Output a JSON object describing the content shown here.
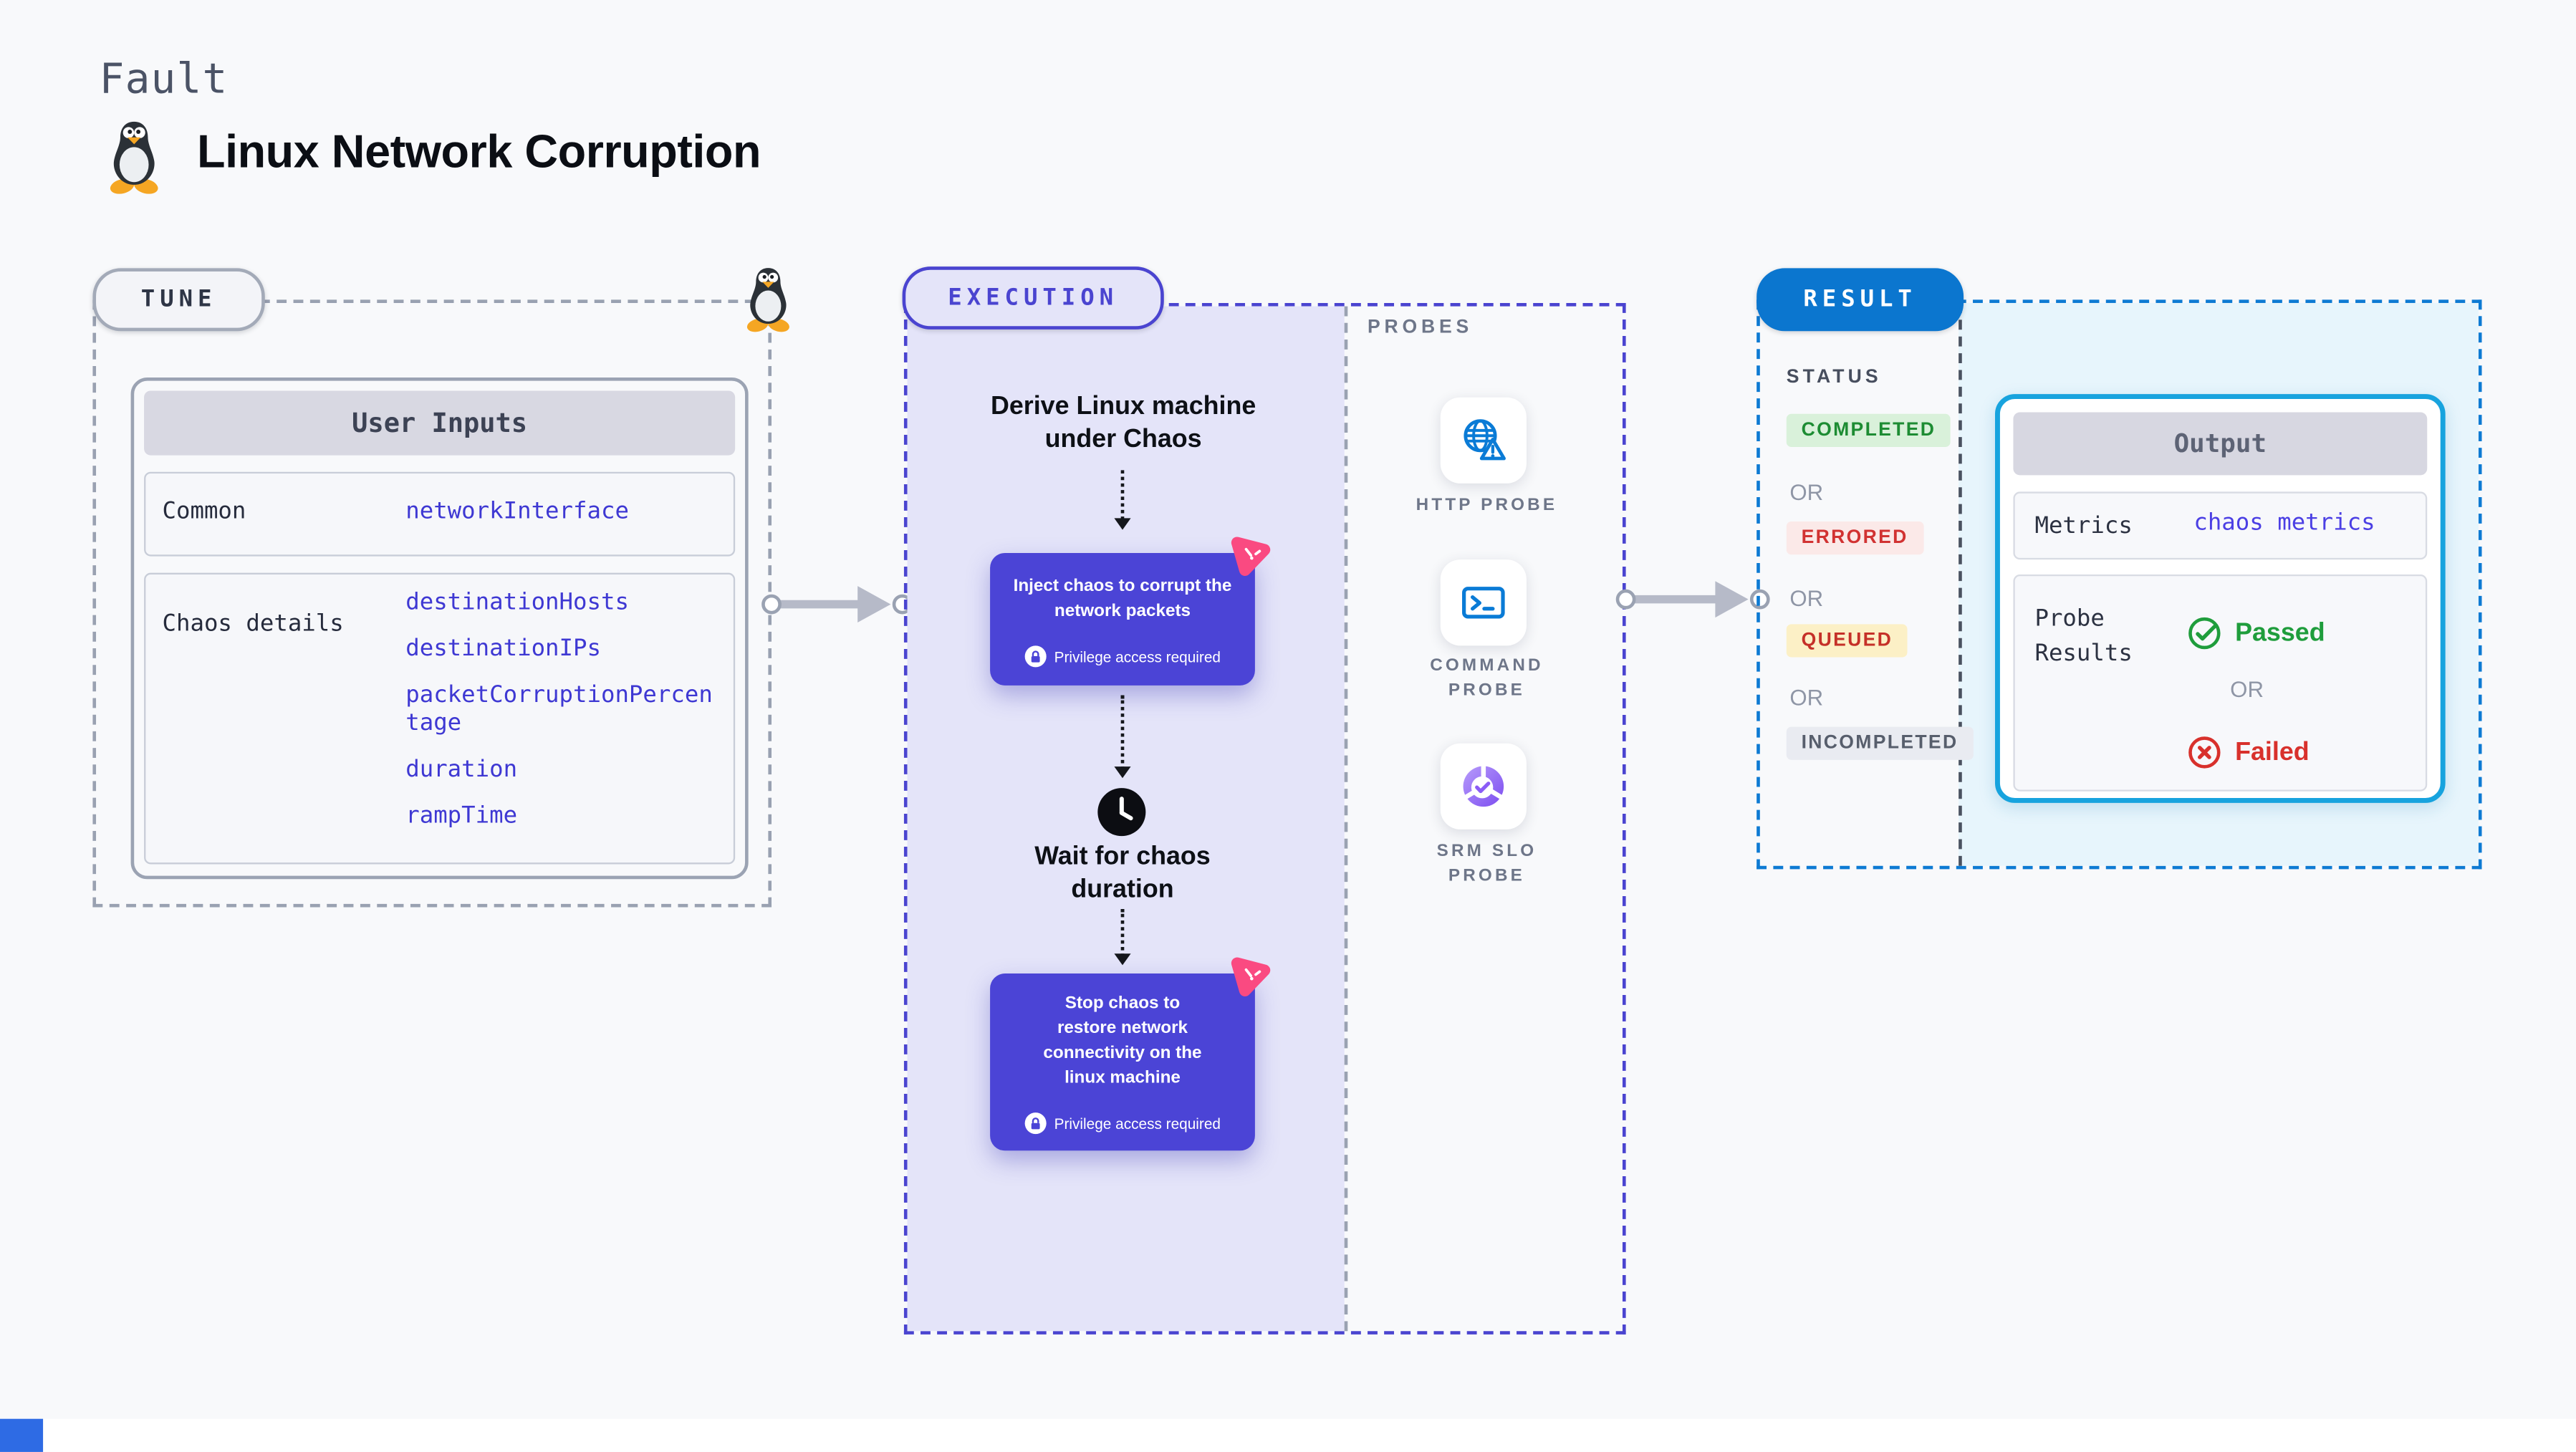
{
  "header": {
    "kind": "Fault",
    "title": "Linux Network Corruption"
  },
  "tune": {
    "pill": "TUNE",
    "table": {
      "title": "User Inputs",
      "rows": [
        {
          "label": "Common",
          "values": [
            "networkInterface"
          ]
        },
        {
          "label": "Chaos details",
          "values": [
            "destinationHosts",
            "destinationIPs",
            "packetCorruptionPercentage",
            "duration",
            "rampTime"
          ]
        }
      ]
    }
  },
  "execution": {
    "pill": "EXECUTION",
    "steps": {
      "derive": "Derive Linux machine under Chaos",
      "inject": {
        "text": "Inject chaos to corrupt the network packets",
        "privilege": "Privilege access required"
      },
      "wait": "Wait for chaos duration",
      "stop": {
        "text": "Stop chaos to restore network connectivity on the linux machine",
        "privilege": "Privilege access required"
      }
    },
    "probes": {
      "heading": "PROBES",
      "items": [
        {
          "icon": "globe-alert-icon",
          "label": "HTTP PROBE"
        },
        {
          "icon": "terminal-icon",
          "label": "COMMAND PROBE"
        },
        {
          "icon": "slo-pie-icon",
          "label": "SRM SLO PROBE"
        }
      ]
    }
  },
  "result": {
    "pill": "RESULT",
    "status": {
      "heading": "STATUS",
      "separator": "OR",
      "badges": [
        {
          "label": "COMPLETED",
          "tone": "green"
        },
        {
          "label": "ERRORED",
          "tone": "red"
        },
        {
          "label": "QUEUED",
          "tone": "yellow"
        },
        {
          "label": "INCOMPLETED",
          "tone": "gray"
        }
      ]
    },
    "output": {
      "title": "Output",
      "metrics_label": "Metrics",
      "metrics_value": "chaos metrics",
      "probe_label": "Probe Results",
      "passed": "Passed",
      "separator": "OR",
      "failed": "Failed"
    }
  },
  "colors": {
    "indigo": "#4B44D6",
    "lavender": "#E4E4F9",
    "pink": "#FA4A81",
    "result_blue": "#0B76CF",
    "output_border": "#17A3DE",
    "output_fill": "#E7F5FC",
    "probe_blue": "#0A7BD6",
    "slo_purple": "#8B5CF6",
    "passed_green": "#1F9D3C",
    "failed_red": "#D8312C"
  }
}
